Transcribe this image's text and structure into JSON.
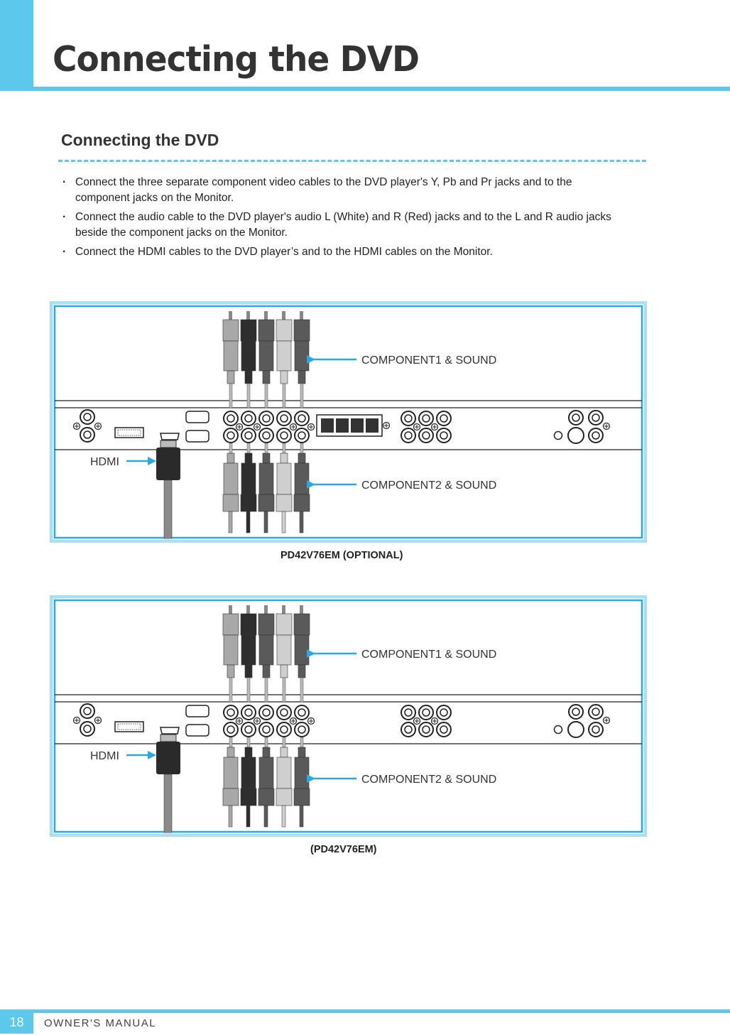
{
  "header": {
    "title": "Connecting the DVD"
  },
  "section": {
    "title": "Connecting the DVD",
    "bullets": [
      {
        "line1": "Connect the three separate component video cables to the DVD player's Y, Pb and Pr jacks and to the",
        "line2": "component jacks on the Monitor."
      },
      {
        "line1": "Connect the audio cable to the DVD player's audio L (White) and R (Red) jacks and to the L and R audio jacks",
        "line2": " beside the component jacks on the Monitor."
      },
      {
        "line1": "Connect the HDMI cables to the DVD player’s and to the HDMI cables on the Monitor.",
        "line2": ""
      }
    ]
  },
  "diagrams": [
    {
      "label_top": "COMPONENT1 & SOUND",
      "label_bottom": "COMPONENT2 & SOUND",
      "label_hdmi": "HDMI",
      "caption": "PD42V76EM (OPTIONAL)",
      "has_speaker_block": true
    },
    {
      "label_top": "COMPONENT1 & SOUND",
      "label_bottom": "COMPONENT2 & SOUND",
      "label_hdmi": "HDMI",
      "caption": "(PD42V76EM)",
      "has_speaker_block": false
    }
  ],
  "colors": {
    "accent": "#5bc8ec",
    "plug_light": "#a8a8a8",
    "plug_dark": "#2e2e2e",
    "plug_mid": "#5a5a5a",
    "plug_white": "#cfcfcf"
  },
  "footer": {
    "page_number": "18",
    "label": "OWNER'S MANUAL"
  }
}
